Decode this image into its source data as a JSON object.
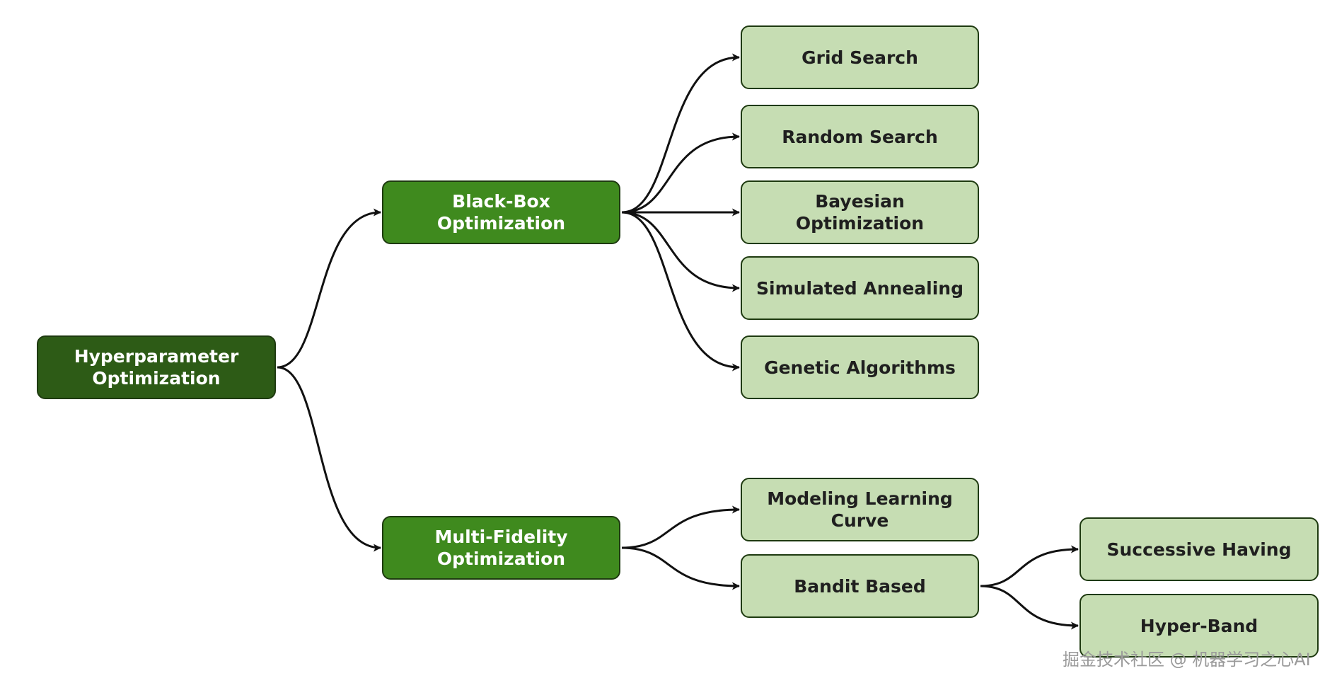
{
  "colors": {
    "root_fill": "#2d5b16",
    "mid_fill": "#3f8a1e",
    "leaf_fill": "#c6ddb3",
    "border": "#1e3a10",
    "edge": "#111111"
  },
  "nodes": {
    "root": "Hyperparameter\nOptimization",
    "black_box": "Black-Box\nOptimization",
    "multi_fidelity": "Multi-Fidelity\nOptimization",
    "grid_search": "Grid Search",
    "random_search": "Random Search",
    "bayesian": "Bayesian Optimization",
    "simulated_annealing": "Simulated Annealing",
    "genetic": "Genetic Algorithms",
    "learning_curve": "Modeling Learning\nCurve",
    "bandit": "Bandit Based",
    "successive_halving": "Successive Having",
    "hyper_band": "Hyper-Band"
  },
  "edges": [
    [
      "root",
      "black_box"
    ],
    [
      "root",
      "multi_fidelity"
    ],
    [
      "black_box",
      "grid_search"
    ],
    [
      "black_box",
      "random_search"
    ],
    [
      "black_box",
      "bayesian"
    ],
    [
      "black_box",
      "simulated_annealing"
    ],
    [
      "black_box",
      "genetic"
    ],
    [
      "multi_fidelity",
      "learning_curve"
    ],
    [
      "multi_fidelity",
      "bandit"
    ],
    [
      "bandit",
      "successive_halving"
    ],
    [
      "bandit",
      "hyper_band"
    ]
  ],
  "watermark": "掘金技术社区 @ 机器学习之心AI"
}
